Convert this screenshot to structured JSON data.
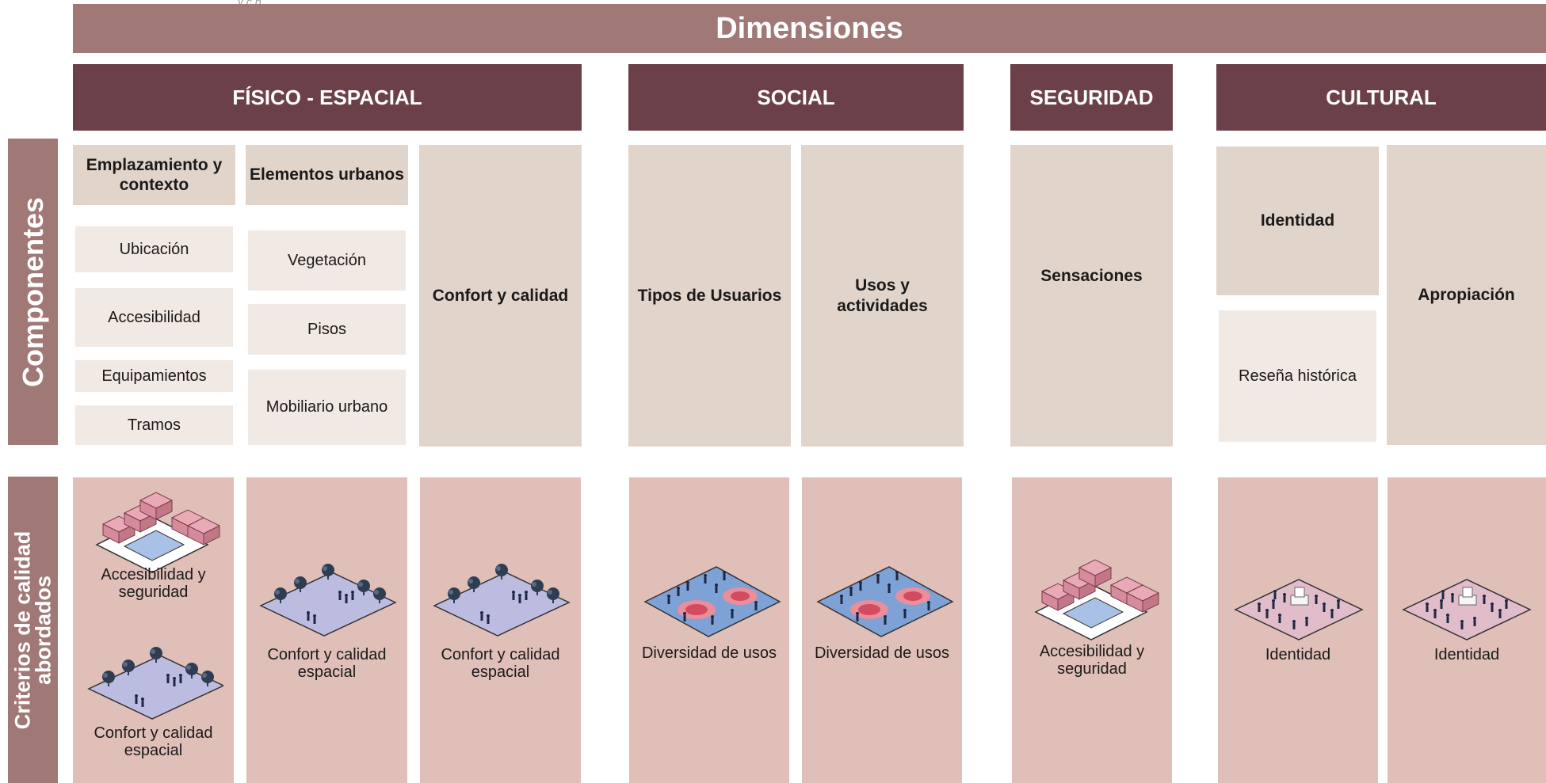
{
  "header": {
    "title": "Dimensiones",
    "cut_text": "y c  p"
  },
  "sidebar": {
    "componentes": "Componentes",
    "criterios": "Criterios de calidad abordados"
  },
  "dimensions": {
    "fisico": "FÍSICO - ESPACIAL",
    "social": "SOCIAL",
    "seguridad": "SEGURIDAD",
    "cultural": "CULTURAL"
  },
  "components": {
    "emplazamiento": "Emplazamiento y contexto",
    "elementos": "Elementos urbanos",
    "confort": "Confort y calidad",
    "tipos_usuarios": "Tipos de Usuarios",
    "usos": "Usos y actividades",
    "sensaciones": "Sensaciones",
    "identidad": "Identidad",
    "apropiacion": "Apropiación"
  },
  "subcomponents": {
    "ubicacion": "Ubicación",
    "accesibilidad": "Accesibilidad",
    "equipamientos": "Equipamientos",
    "tramos": "Tramos",
    "vegetacion": "Vegetación",
    "pisos": "Pisos",
    "mobiliario": "Mobiliario urbano",
    "resena": "Reseña histórica"
  },
  "criteria": {
    "acc_seg": "Accesibilidad y seguridad",
    "confort_espacial": "Confort y calidad espacial",
    "diversidad": "Diversidad de usos",
    "identidad": "Identidad"
  },
  "colors": {
    "title_bar": "#a07876",
    "dimension_header": "#6b4049",
    "component_bg": "#e1d4ca",
    "subcomponent_bg": "#f1e9e4",
    "criteria_bg": "#e0bfb8"
  }
}
